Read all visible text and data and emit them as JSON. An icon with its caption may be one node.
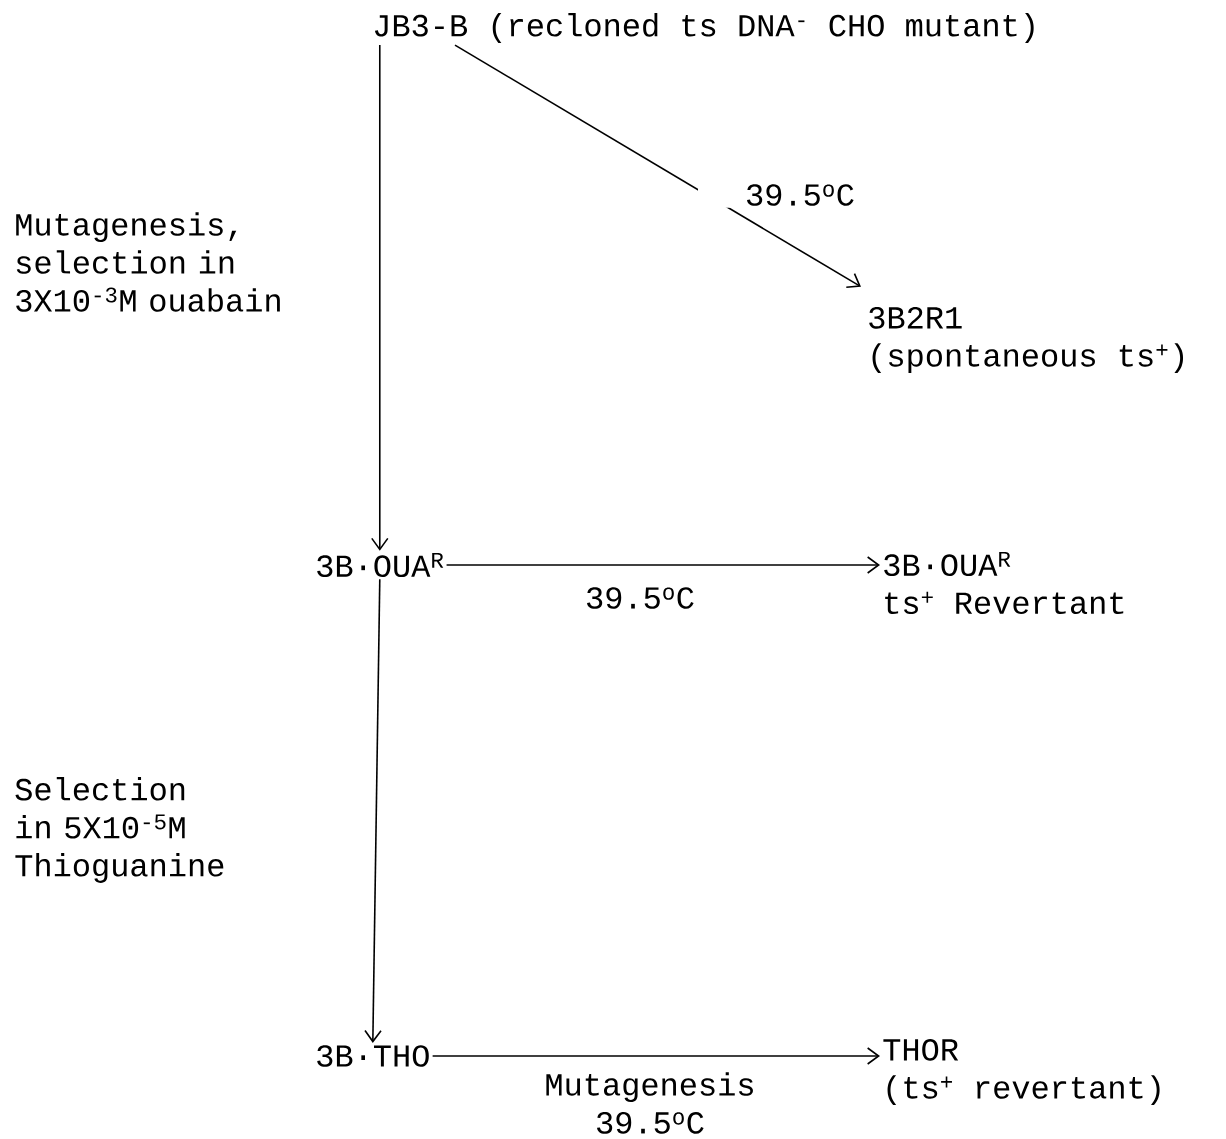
{
  "diagram": {
    "nodes": [
      {
        "text": [
          "JB3-B (recloned ts DNA$^{-}$ CHO mutant)"
        ]
      },
      {
        "text": [
          "3B2R1",
          "(spontaneous ts$^{+}$)"
        ]
      },
      {
        "text": [
          "3B·OUA$^{R}$"
        ]
      },
      {
        "text": [
          "3B·OUA$^{R}$",
          "ts$^{+}$ Revertant"
        ]
      },
      {
        "text": [
          "3B·THO"
        ]
      },
      {
        "text": [
          "THOR",
          "(ts$^{+}$ revertant)"
        ]
      }
    ],
    "edges": [
      {
        "from": 0,
        "to": 1,
        "arrow": "to",
        "label": "39.5$^{o}$C"
      },
      {
        "from": 0,
        "to": 2,
        "arrow": "to",
        "label": "Mutagenesis, selection in 3X10$^{-3}$M ouabain"
      },
      {
        "from": 2,
        "to": 3,
        "arrow": "to",
        "label": "39.5$^{o}$C"
      },
      {
        "from": 2,
        "to": 4,
        "arrow": "to",
        "label": "Selection in 5X10$^{-5}$M Thioguanine"
      },
      {
        "from": 4,
        "to": 5,
        "arrow": "to",
        "label": "Mutagenesis 39.5$^{o}$C"
      }
    ]
  }
}
